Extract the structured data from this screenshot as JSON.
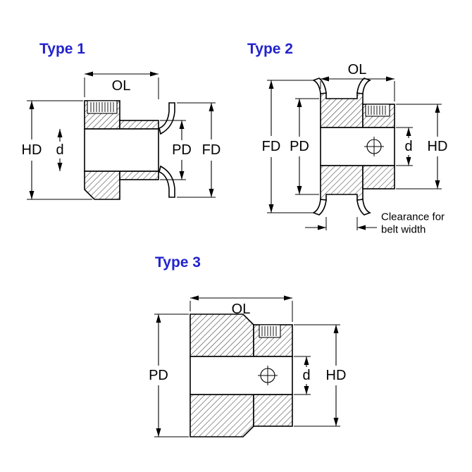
{
  "figures": {
    "type1": {
      "title": "Type 1",
      "labels": {
        "ol": "OL",
        "hd": "HD",
        "d": "d",
        "pd": "PD",
        "fd": "FD"
      }
    },
    "type2": {
      "title": "Type 2",
      "labels": {
        "ol": "OL",
        "fd": "FD",
        "pd": "PD",
        "d": "d",
        "hd": "HD"
      },
      "note_line1": "Clearance for",
      "note_line2": "belt width"
    },
    "type3": {
      "title": "Type 3",
      "labels": {
        "ol": "OL",
        "pd": "PD",
        "d": "d",
        "hd": "HD"
      }
    }
  },
  "colors": {
    "title": "#2323cc",
    "line": "#000000",
    "background": "#ffffff"
  }
}
